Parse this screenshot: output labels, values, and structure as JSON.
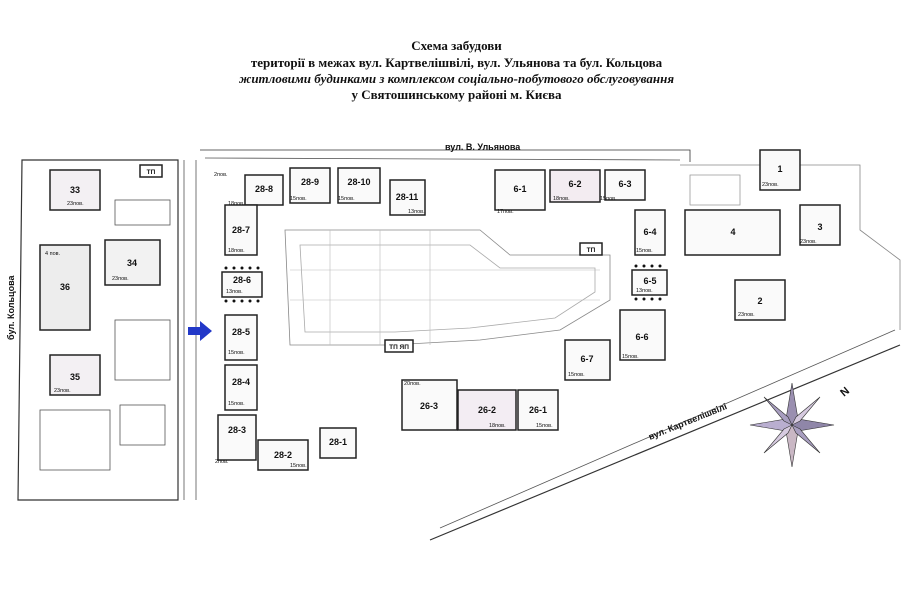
{
  "header": {
    "line1": "Схема забудови",
    "line2": "території в межах вул. Картвелішвілі, вул. Ульянова та бул. Кольцова",
    "line3": "житловими будинками з комплексом соціально-побутового обслуговування",
    "line4": "у Святошинському районі   м. Києва"
  },
  "streets": {
    "top": "вул. В. Ульянова",
    "left": "бул. Кольцова",
    "right": "вул. Картвелішвілі"
  },
  "compass": {
    "north_label": "N"
  },
  "buildings": [
    {
      "id": "33",
      "floors": "23пов."
    },
    {
      "id": "34",
      "floors": "23пов."
    },
    {
      "id": "36",
      "floors": "4 пов."
    },
    {
      "id": "35",
      "floors": "23пов."
    },
    {
      "id": "28-8",
      "floors": "18пов."
    },
    {
      "id": "28-9",
      "floors": "15пов."
    },
    {
      "id": "28-10",
      "floors": "15пов."
    },
    {
      "id": "28-11",
      "floors": "13пов."
    },
    {
      "id": "28-7",
      "floors": "18пов."
    },
    {
      "id": "28-6",
      "floors": "13пов."
    },
    {
      "id": "28-5",
      "floors": "15пов."
    },
    {
      "id": "28-4",
      "floors": "15пов."
    },
    {
      "id": "28-3",
      "floors": "2пов."
    },
    {
      "id": "28-2",
      "floors": "15пов."
    },
    {
      "id": "28-1",
      "floors": ""
    },
    {
      "id": "6-1",
      "floors": "17пов."
    },
    {
      "id": "6-2",
      "floors": "18пов."
    },
    {
      "id": "6-3",
      "floors": "15пов."
    },
    {
      "id": "6-4",
      "floors": "15пов."
    },
    {
      "id": "6-5",
      "floors": "13пов."
    },
    {
      "id": "6-6",
      "floors": "15пов."
    },
    {
      "id": "6-7",
      "floors": "15пов."
    },
    {
      "id": "26-3",
      "floors": "20пов."
    },
    {
      "id": "26-2",
      "floors": "18пов."
    },
    {
      "id": "26-1",
      "floors": "15пов."
    },
    {
      "id": "1",
      "floors": "23пов."
    },
    {
      "id": "2",
      "floors": "23пов."
    },
    {
      "id": "3",
      "floors": "23пов."
    },
    {
      "id": "4",
      "floors": ""
    }
  ],
  "substations": [
    "ТП",
    "ТП",
    "ТП ЯП"
  ],
  "small_notes": {
    "top_left_floors": "2пов."
  }
}
